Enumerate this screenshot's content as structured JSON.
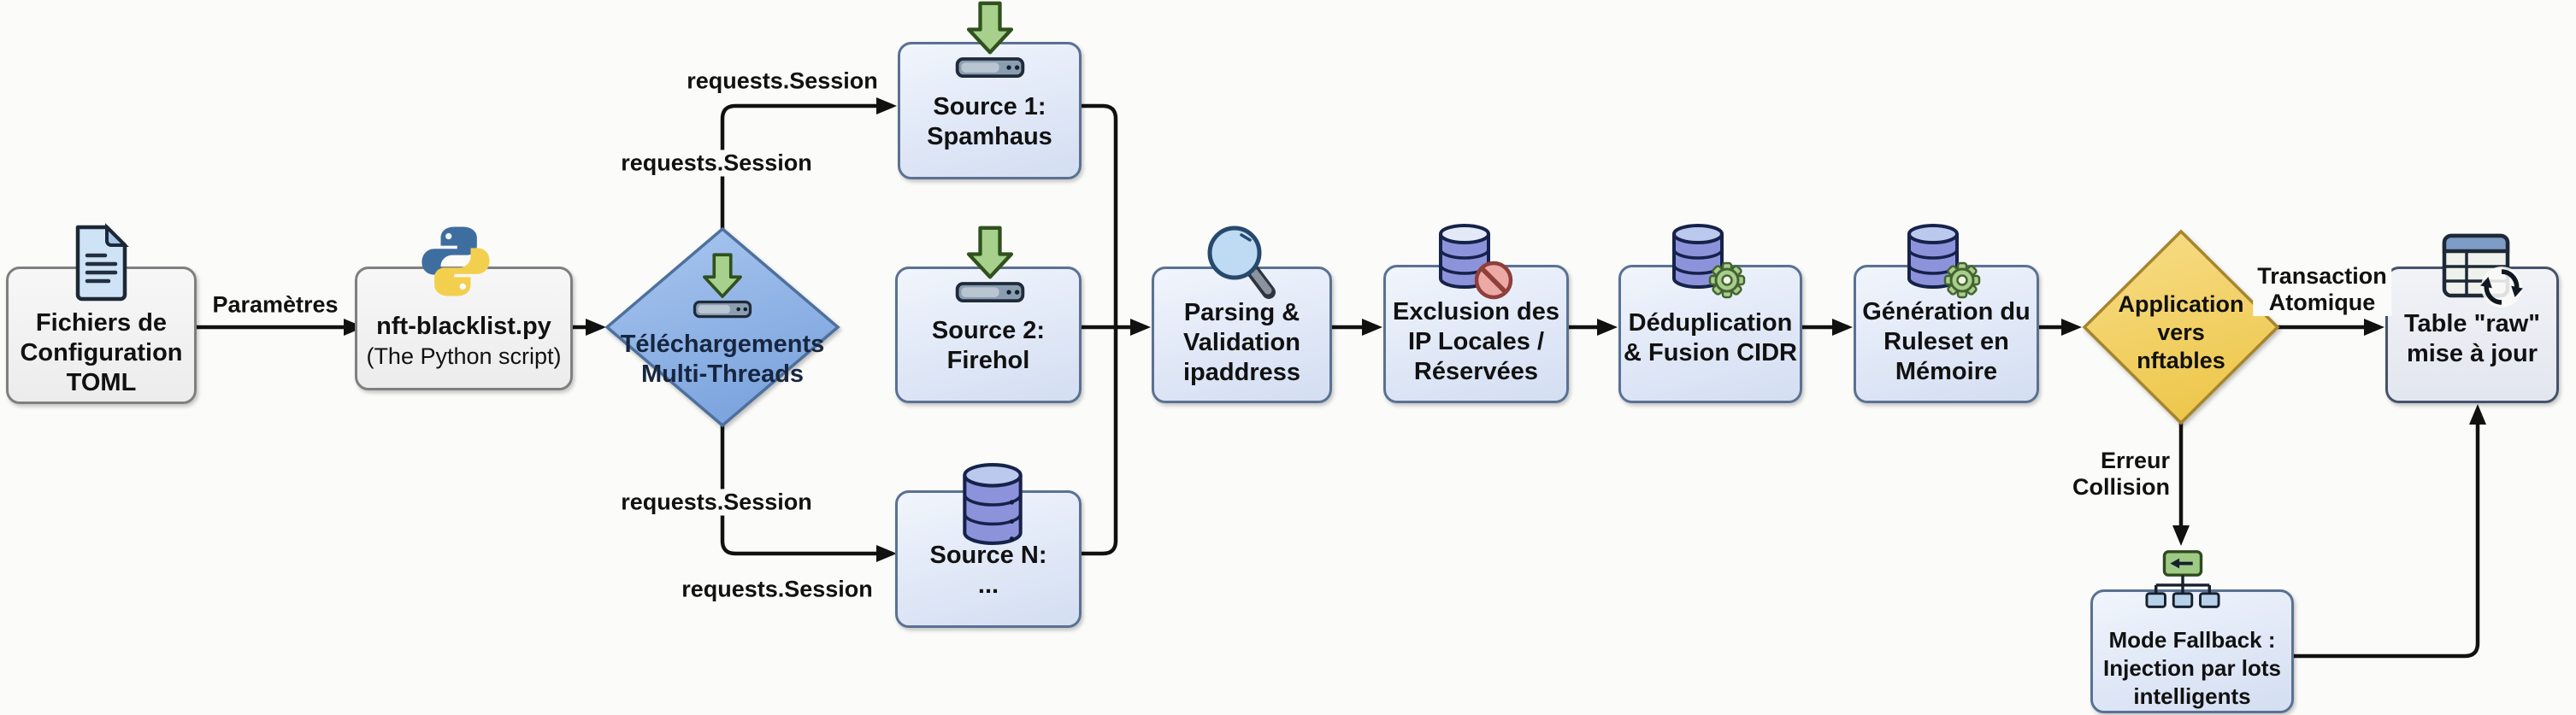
{
  "nodes": {
    "config": {
      "label": "Fichiers de\nConfiguration\nTOML",
      "icon": "document-icon"
    },
    "script": {
      "label": "nft-blacklist.py",
      "sublabel": "(The Python script)",
      "icon": "python-logo-icon"
    },
    "downloads": {
      "label": "Téléchargements\nMulti-Threads",
      "icon": "download-icon"
    },
    "source1": {
      "label": "Source 1:\nSpamhaus",
      "icon": "download-icon"
    },
    "source2": {
      "label": "Source 2:\nFirehol",
      "icon": "download-icon"
    },
    "sourceN": {
      "label": "Source N:\n...",
      "icon": "database-icon"
    },
    "parsing": {
      "label": "Parsing &\nValidation\nipaddress",
      "icon": "magnifier-icon"
    },
    "exclusion": {
      "label": "Exclusion des\nIP Locales /\nRéservées",
      "icon": "database-block-icon"
    },
    "dedup": {
      "label": "Déduplication\n& Fusion CIDR",
      "icon": "database-gear-icon"
    },
    "generation": {
      "label": "Génération du\nRuleset en\nMémoire",
      "icon": "database-gear-icon"
    },
    "apply": {
      "label": "Application\nvers\nnftables"
    },
    "table_raw": {
      "label": "Table \"raw\"\nmise à jour",
      "icon": "table-refresh-icon"
    },
    "fallback": {
      "label": "Mode Fallback :\nInjection par lots\nintelligents",
      "icon": "sitemap-icon"
    }
  },
  "edge_labels": {
    "parameters": "Paramètres",
    "session_top_outer": "requests.Session",
    "session_top_inner": "requests.Session",
    "session_bottom_inner": "requests.Session",
    "session_bottom_outer": "requests.Session",
    "transaction": "Transaction\nAtomique",
    "error": "Erreur\nCollision"
  },
  "colors": {
    "background": "#fbfbf9",
    "line": "#111111",
    "blue_node_fill": "#e3eaf8",
    "blue_node_border": "#5a7193",
    "gray_node_border": "#7f7f7f",
    "decision_download_fill": "#8fb3e6",
    "decision_apply_fill": "#f2d069",
    "green_icon": "#a6d08b",
    "database_icon": "#8d93db",
    "error_icon": "#eda9a6"
  }
}
